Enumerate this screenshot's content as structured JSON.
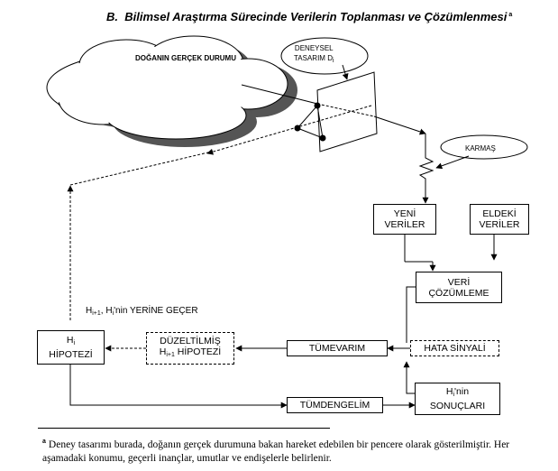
{
  "title": {
    "prefix": "B.",
    "text": "Bilimsel Araştırma Sürecinde Verilerin Toplanması ve Çözümlenmesi",
    "marker": "a"
  },
  "cloud": {
    "label": "DOĞANIN GERÇEK DURUMU"
  },
  "design_bubble": {
    "line1": "DENEYSEL",
    "line2": "TASARIM D",
    "sub": "i"
  },
  "noise_bubble": {
    "label": "KARMAŞ"
  },
  "boxes": {
    "new_data": {
      "line1": "YENİ",
      "line2": "VERİLER"
    },
    "existing_data": {
      "line1": "ELDEKİ",
      "line2": "VERİLER"
    },
    "analysis": {
      "line1": "VERİ",
      "line2": "ÇÖZÜMLEME"
    },
    "induction": {
      "label": "TÜMEVARIM"
    },
    "error_signal": {
      "label": "HATA SİNYALİ"
    },
    "corrected_hypothesis": {
      "line1": "DÜZELTİLMİŞ",
      "line2_prefix": "H",
      "line2_sub": "i+1",
      "line2_suffix": " HİPOTEZİ"
    },
    "hypothesis": {
      "line1_prefix": "H",
      "line1_sub": "i",
      "line2": "HİPOTEZİ"
    },
    "deduction": {
      "label": "TÜMDENGELİM"
    },
    "consequences": {
      "line1_prefix": "H",
      "line1_sub": "i",
      "line1_suffix": "'nin",
      "line2": "SONUÇLARI"
    }
  },
  "replace_note": {
    "p1": "H",
    "s1": "i+1",
    "p2": ", H",
    "s2": "i",
    "p3": "'nin YERİNE GEÇER"
  },
  "footnote": {
    "marker": "a",
    "text": "Deney tasarımı burada, doğanın gerçek durumuna bakan hareket edebilen bir pencere olarak gösterilmiştir. Her aşamadaki konumu, geçerli inançlar, umutlar ve endişelerle belirlenir."
  }
}
